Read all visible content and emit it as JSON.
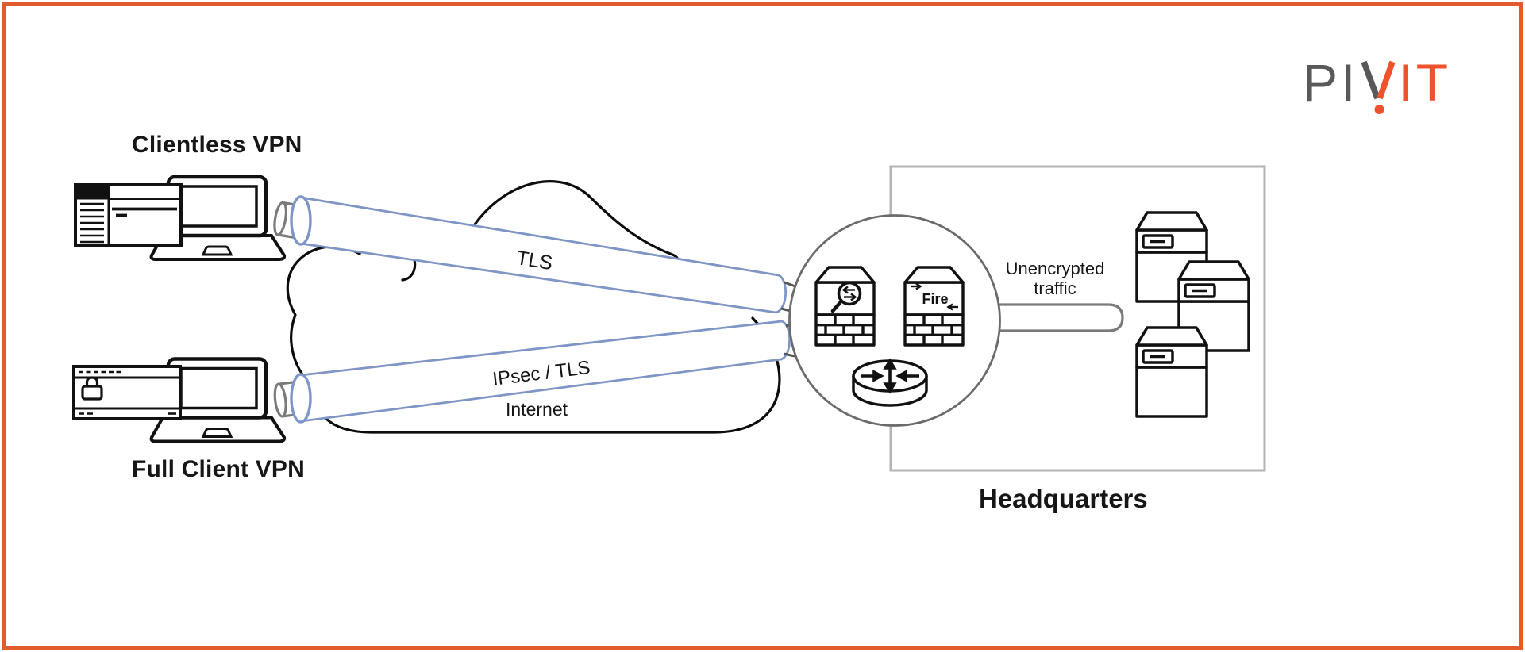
{
  "page": {
    "background": "#FFFFFF",
    "frame_color": "#E25B2D"
  },
  "logo": {
    "full_text": "PIVIT",
    "gray_letters": "PI",
    "orange_letters": "IT",
    "gray_color": "#58595B",
    "orange_color": "#F0522B"
  },
  "endpoints": {
    "clientless": {
      "label": "Clientless VPN"
    },
    "full_client": {
      "label": "Full Client VPN"
    }
  },
  "cloud": {
    "label": "Internet"
  },
  "tunnels": {
    "top": {
      "label": "TLS"
    },
    "bottom": {
      "label": "IPsec / TLS"
    },
    "color": "#7E95C6"
  },
  "security_zone": {
    "firewall_label": "Fire",
    "icons": [
      "inspection-firewall",
      "firewall",
      "router"
    ]
  },
  "headquarters": {
    "label": "Headquarters",
    "traffic_note_line1": "Unencrypted",
    "traffic_note_line2": "traffic",
    "server_count": 3,
    "border_color": "#B4B4B4"
  }
}
